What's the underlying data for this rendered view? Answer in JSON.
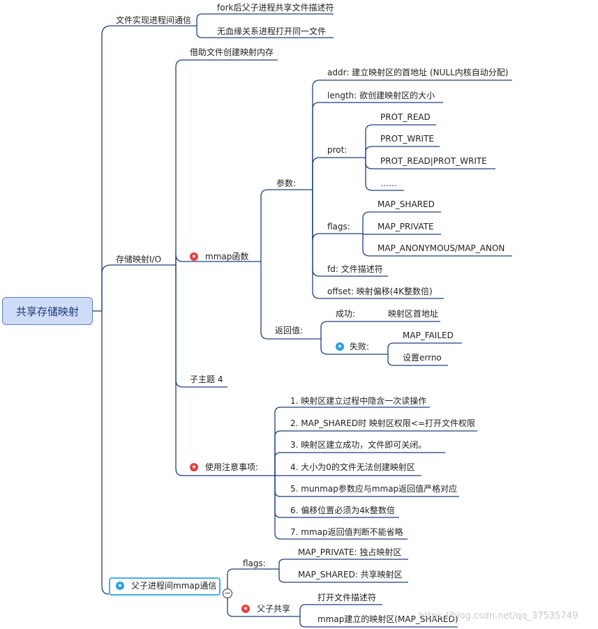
{
  "root": "共享存储映射",
  "branches": {
    "ipc": "文件实现进程间通信",
    "ipc_children": [
      "fork后父子进程共享文件描述符",
      "无血缘关系进程打开同一文件"
    ],
    "mmio": "存储映射I/O",
    "mmio_intro": "借助文件创建映射内存",
    "mmap": "mmap函数",
    "params": "参数:",
    "addr": "addr: 建立映射区的首地址 (NULL内核自动分配)",
    "length": "length:  欲创建映射区的大小",
    "prot": "prot:",
    "prot_items": [
      "PROT_READ",
      "PROT_WRITE",
      "PROT_READ|PROT_WRITE",
      "……"
    ],
    "flags": "flags:",
    "flags_items": [
      "MAP_SHARED",
      "MAP_PRIVATE",
      "MAP_ANONYMOUS/MAP_ANON"
    ],
    "fd": "fd: 文件描述符",
    "offset": "offset: 映射偏移(4K整数倍)",
    "ret": "返回值:",
    "success": "成功:",
    "success_val": "映射区首地址",
    "fail": "失败:",
    "fail_items": [
      "MAP_FAILED",
      "设置errno"
    ],
    "subtopic": "子主题 4",
    "notes": "使用注意事项:",
    "notes_items": [
      "1. 映射区建立过程中隐含一次读操作",
      "2. MAP_SHARED时 映射区权限<=打开文件权限",
      "3. 映射区建立成功，文件即可关闭。",
      "4. 大小为0的文件无法创建映射区",
      "5. munmap参数应与mmap返回值严格对应",
      "6. 偏移位置必须为4k整数倍",
      "7. mmap返回值判断不能省略"
    ],
    "parent_child": "父子进程间mmap通信",
    "pc_flags": "flags:",
    "pc_flags_items": [
      "MAP_PRIVATE: 独占映射区",
      "MAP_SHARED: 共享映射区"
    ],
    "pc_share": "父子共享",
    "pc_share_items": [
      "打开文件描述符",
      "mmap建立的映射区(MAP_SHARED)"
    ]
  },
  "watermark": "https://blog.csdn.net/qq_37535749",
  "colors": {
    "line": "#1f3f7a",
    "root_fill": "#cfdcf7",
    "highlight": "#41b0e8"
  }
}
